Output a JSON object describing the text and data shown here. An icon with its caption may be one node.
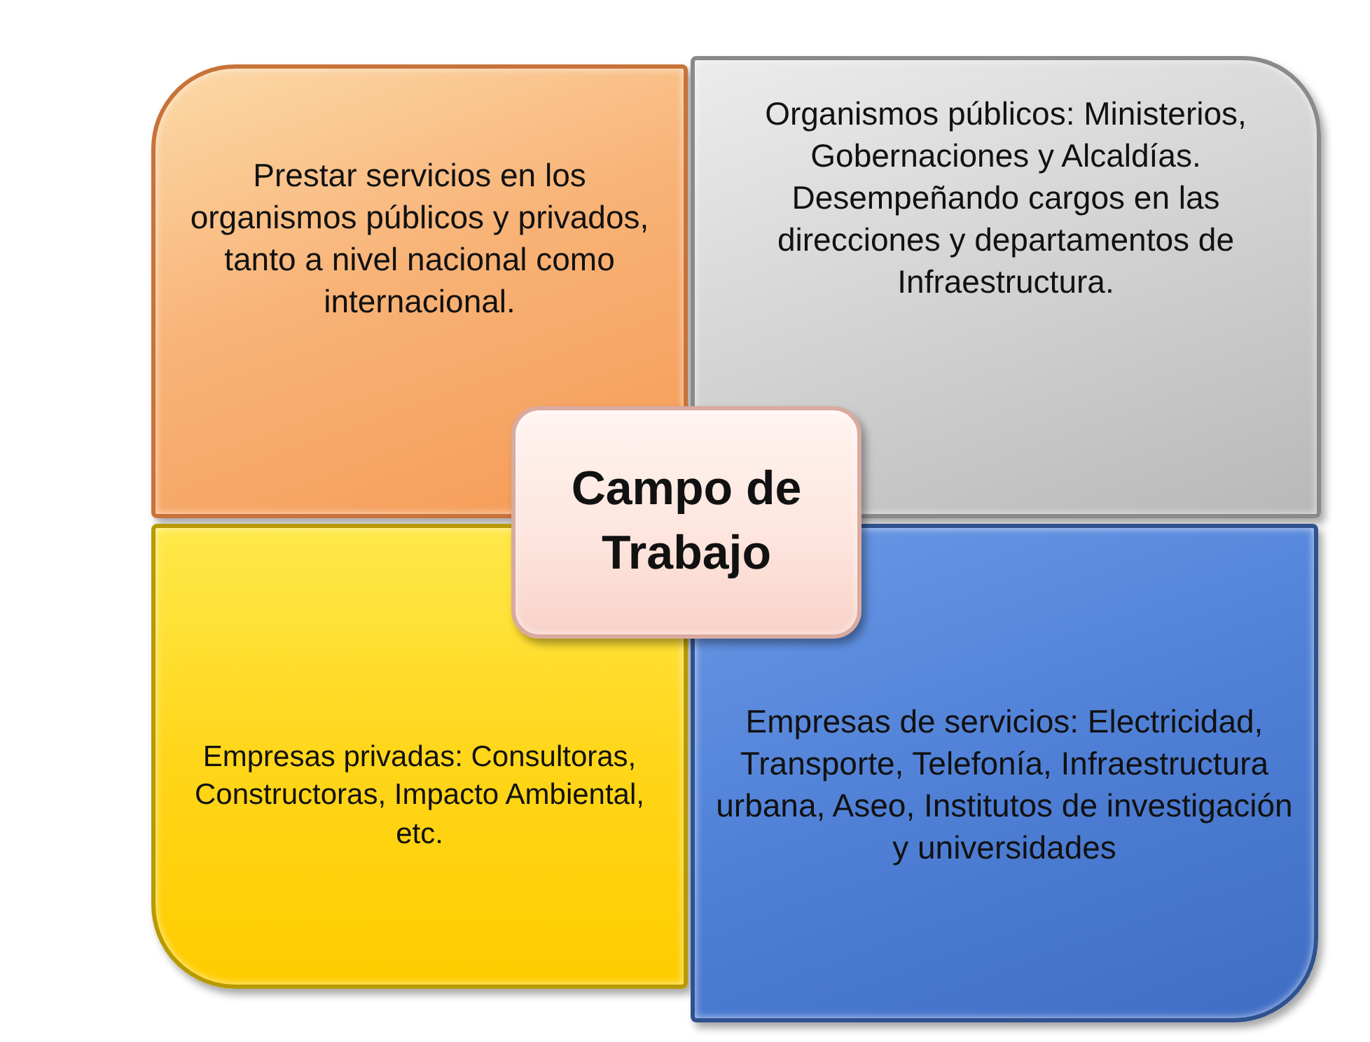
{
  "diagram": {
    "nodes": [
      {
        "text": [
          "Prestar servicios en los organismos públicos y privados, tanto a nivel nacional como internacional."
        ]
      },
      {
        "text": [
          "Organismos públicos: Ministerios, Gobernaciones y Alcaldías. Desempeñando cargos en las direcciones y departamentos de Infraestructura."
        ]
      },
      {
        "text": [
          "Campo de Trabajo"
        ]
      },
      {
        "text": [
          "Empresas privadas: Consultoras, Constructoras, Impacto Ambiental, etc."
        ]
      },
      {
        "text": [
          "Empresas de servicios: Electricidad, Transporte, Telefonía, Infraestructura urbana, Aseo, Institutos de investigación y universidades"
        ]
      }
    ],
    "edges": []
  }
}
